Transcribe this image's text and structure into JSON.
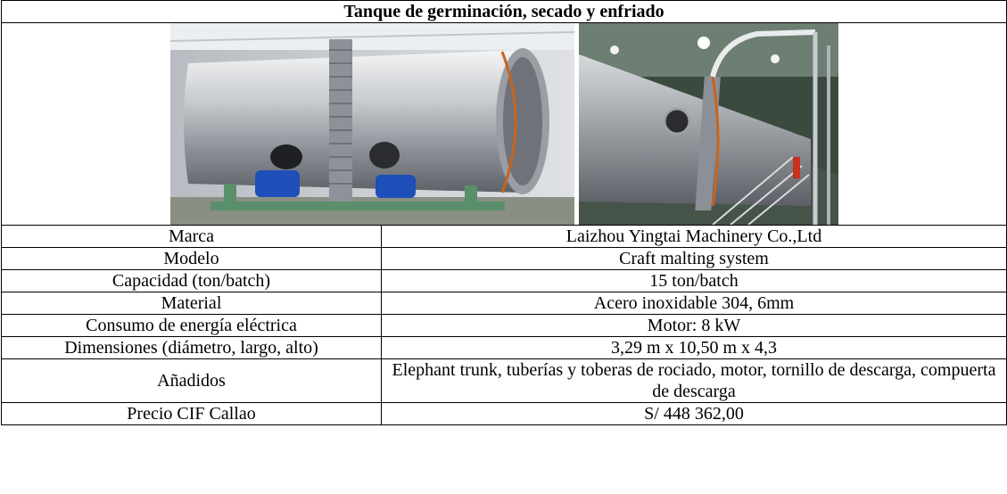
{
  "table": {
    "title": "Tanque de germinación, secado y enfriado",
    "rows": [
      {
        "label": "Marca",
        "value": "Laizhou Yingtai Machinery Co.,Ltd"
      },
      {
        "label": "Modelo",
        "value": "Craft malting system"
      },
      {
        "label": "Capacidad (ton/batch)",
        "value": "15 ton/batch"
      },
      {
        "label": "Material",
        "value": "Acero inoxidable 304, 6mm"
      },
      {
        "label": "Consumo de energía eléctrica",
        "value": "Motor: 8 kW"
      },
      {
        "label": "Dimensiones (diámetro, largo, alto)",
        "value": "3,29 m x 10,50 m x 4,3"
      },
      {
        "label": "Añadidos",
        "value": "Elephant trunk, tuberías y toberas de rociado, motor, tornillo de descarga, compuerta de descarga"
      },
      {
        "label": "Precio CIF Callao",
        "value": "S/ 448 362,00"
      }
    ]
  },
  "colors": {
    "border": "#000000",
    "steel_light": "#e6e8ea",
    "steel_dark": "#7a7e84",
    "motor_blue": "#1f4fb8",
    "base_green": "#5a8f6c"
  }
}
